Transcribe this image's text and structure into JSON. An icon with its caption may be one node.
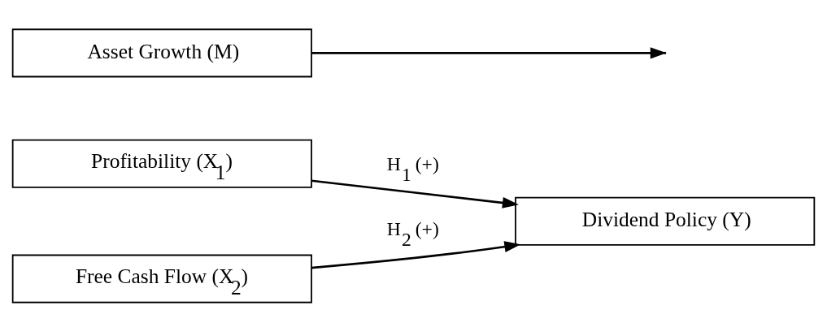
{
  "diagram": {
    "nodes": [
      {
        "text": [
          "Profitability (X$_{1}$)"
        ]
      },
      {
        "text": [
          "Free Cash Flow (X$_{2}$)"
        ]
      },
      {
        "text": [
          "Dividend Policy (Y)"
        ]
      },
      {
        "text": [
          "Asset Growth (M)"
        ]
      }
    ],
    "edges": [
      {
        "from": 0,
        "to": 2,
        "arrow": "to",
        "label": "H$_{1}$ (+)"
      },
      {
        "from": 1,
        "to": 2,
        "arrow": "to",
        "label": "H$_{2}$ (+)"
      },
      {
        "from": 3,
        "to": null,
        "arrow": "to"
      }
    ]
  }
}
